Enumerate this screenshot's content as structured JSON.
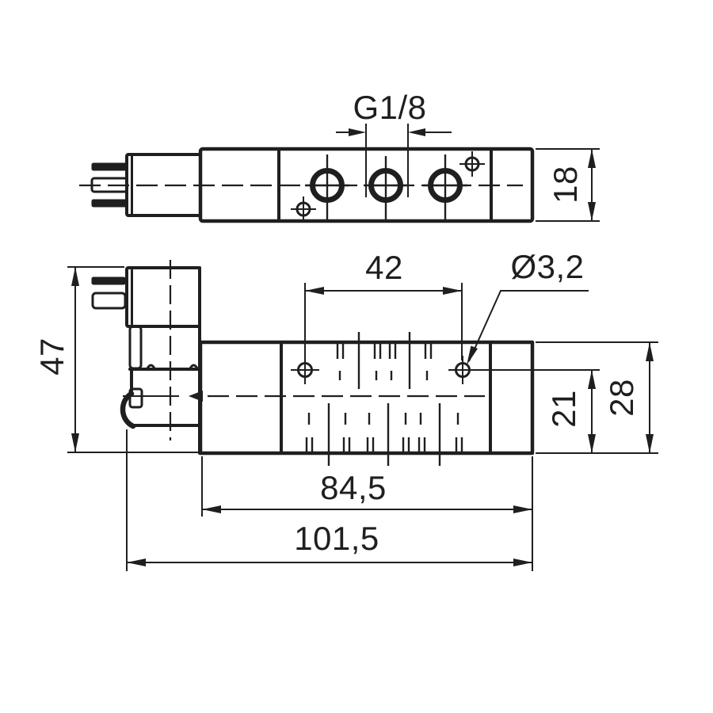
{
  "drawing": {
    "background": "#ffffff",
    "line_color": "#1f1f1f",
    "top_view": {
      "thread_label": "G1/8",
      "width_dim": "18"
    },
    "side_view": {
      "hole_spacing_dim": "42",
      "hole_diameter_label": "Ø3,2",
      "overall_height_dim": "47",
      "base_to_hole_dim": "21",
      "body_height_dim": "28",
      "body_length_dim": "84,5",
      "overall_length_dim": "101,5"
    }
  }
}
